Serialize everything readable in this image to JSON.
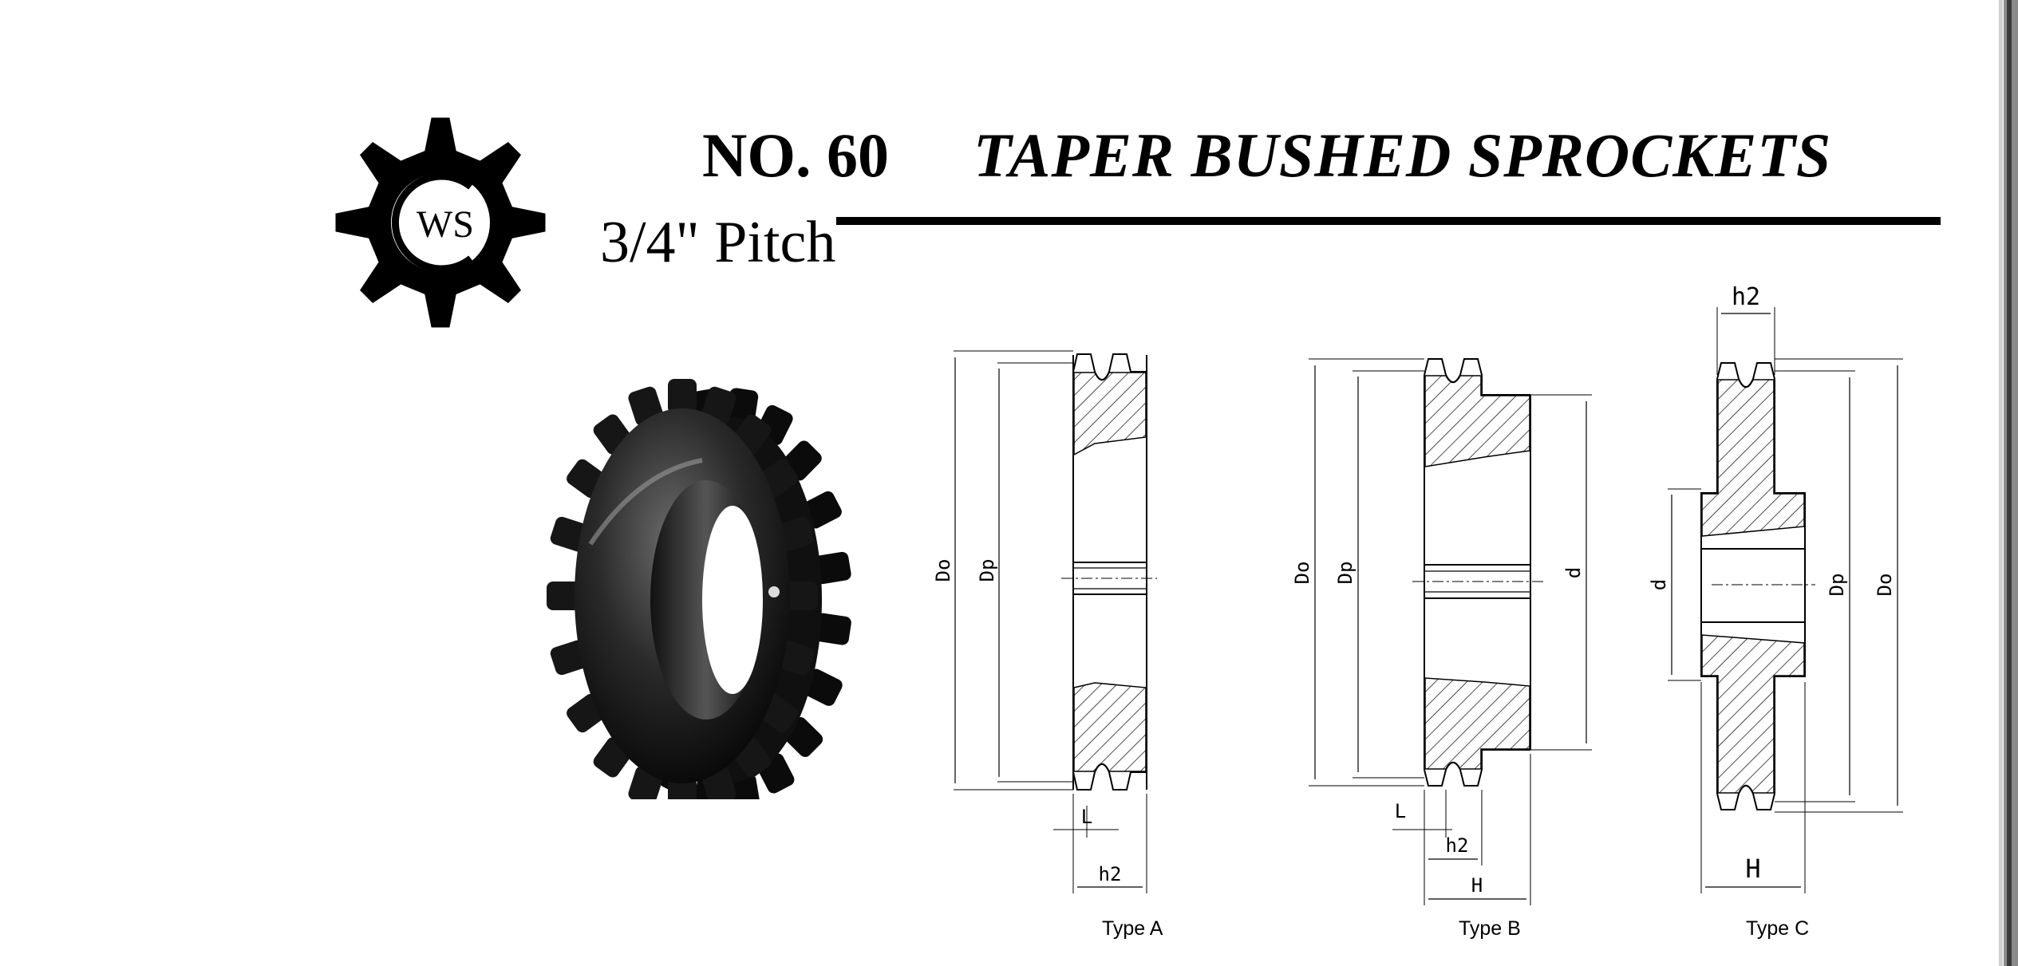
{
  "logo": {
    "icon": "sprocket-logo-icon",
    "text": "WS"
  },
  "header": {
    "number": "NO. 60",
    "title": "TAPER BUSHED SPROCKETS",
    "pitch": "3/4\" Pitch"
  },
  "product_image": {
    "icon": "sprocket-photo"
  },
  "drawings": {
    "type_a": {
      "label": "Type A",
      "dims": {
        "do": "Do",
        "dp": "Dp",
        "l": "L",
        "h2": "h2"
      }
    },
    "type_b": {
      "label": "Type B",
      "dims": {
        "do": "Do",
        "dp": "Dp",
        "d": "d",
        "l": "L",
        "h2": "h2",
        "h": "H"
      }
    },
    "type_c": {
      "label": "Type C",
      "dims": {
        "h2": "h2",
        "d": "d",
        "dp": "Dp",
        "do": "Do",
        "h": "H"
      }
    }
  },
  "colors": {
    "ink": "#000000",
    "paper": "#ffffff"
  }
}
